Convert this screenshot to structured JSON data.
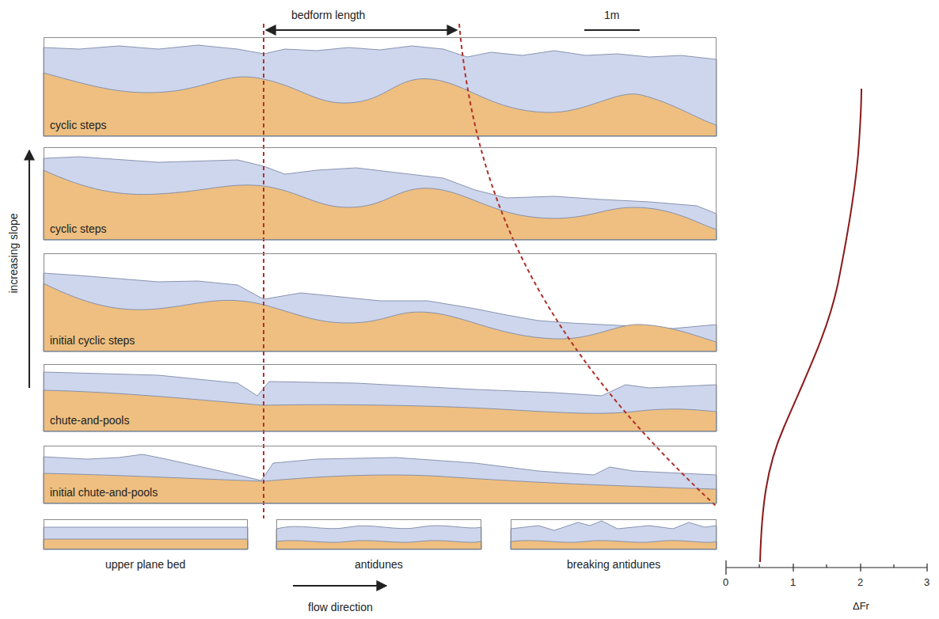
{
  "diagram": {
    "nodes": [
      {
        "text": [
          "cyclic steps"
        ]
      },
      {
        "text": [
          "cyclic steps"
        ]
      },
      {
        "text": [
          "initial cyclic steps"
        ]
      },
      {
        "text": [
          "chute-and-pools"
        ]
      },
      {
        "text": [
          "initial chute-and-pools"
        ]
      },
      {
        "text": [
          "upper plane bed"
        ]
      },
      {
        "text": [
          "antidunes"
        ]
      },
      {
        "text": [
          "breaking antidunes"
        ]
      }
    ],
    "labels": [
      "bedform length",
      "1m",
      "increasing slope",
      "flow direction",
      "0",
      "1",
      "2",
      "3",
      "ΔFr"
    ]
  }
}
